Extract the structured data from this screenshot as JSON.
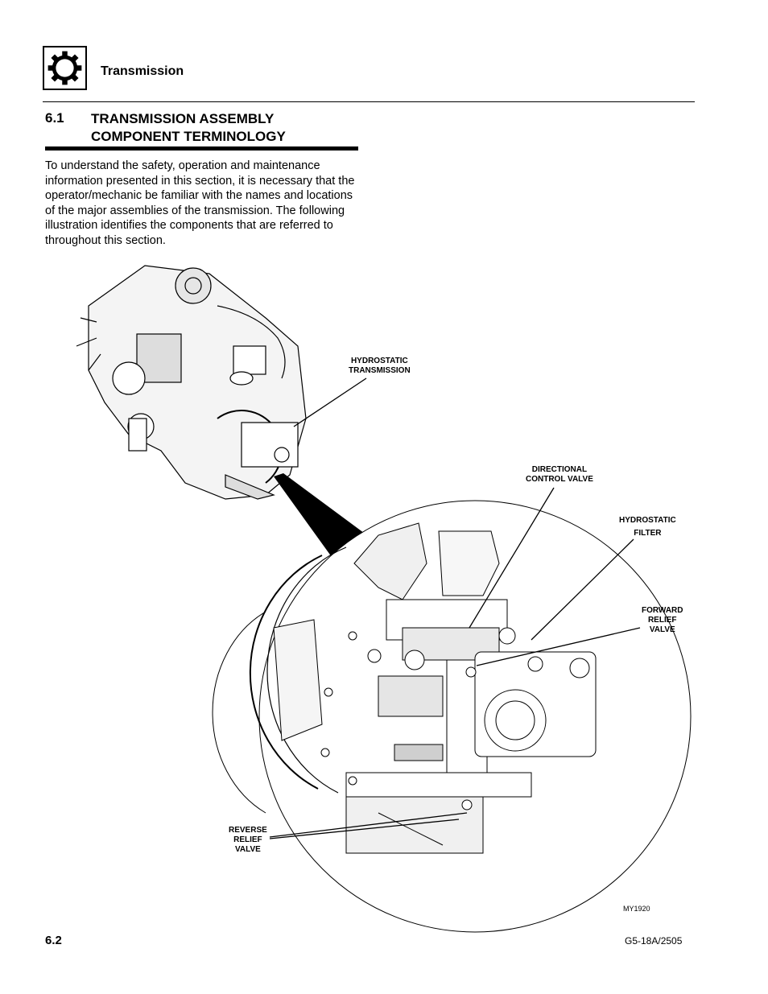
{
  "header": {
    "section_name": "Transmission",
    "icon": "gear-icon"
  },
  "section": {
    "number": "6.1",
    "title": "TRANSMISSION ASSEMBLY COMPONENT TERMINOLOGY"
  },
  "intro_text": "To understand the safety, operation and maintenance information presented in this section, it is necessary that the operator/mechanic be familiar with the names and locations of the major assemblies of the transmission. The following illustration identifies the components that are referred to throughout this section.",
  "figure": {
    "labels": {
      "hydrostatic_transmission": "HYDROSTATIC\nTRANSMISSION",
      "directional_control_valve": "DIRECTIONAL\nCONTROL VALVE",
      "hydrostatic_filter": "HYDROSTATIC\nFILTER",
      "forward_relief_valve": "FORWARD\nRELIEF\nVALVE",
      "reverse_relief_valve": "REVERSE\nRELIEF\nVALVE"
    },
    "figure_id": "MY1920"
  },
  "footer": {
    "page_number": "6.2",
    "doc_code": "G5-18A/2505"
  }
}
